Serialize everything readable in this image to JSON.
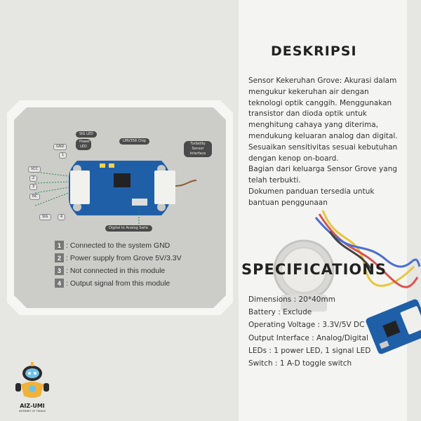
{
  "board": {
    "pins": [
      "GND",
      "1",
      "VCC",
      "2",
      "3",
      "NC",
      "SIG",
      "4"
    ],
    "callouts": {
      "sig_led": "SIG LED",
      "power_led": "Power LED",
      "chip": "LMV358 Chip",
      "sensor_interface": "Turbidity Sensor Interface",
      "switch": "Digital to Analog Swtic"
    },
    "legend": [
      {
        "num": "1",
        "text": ": Connected to the system GND"
      },
      {
        "num": "2",
        "text": ": Power supply from Grove 5V/3.3V"
      },
      {
        "num": "3",
        "text": ": Not connected in this module"
      },
      {
        "num": "4",
        "text": ": Output signal from this module"
      }
    ]
  },
  "deskripsi": {
    "title": "DESKRIPSI",
    "paragraphs": [
      "Sensor Kekeruhan Grove: Akurasi dalam mengukur kekeruhan air dengan teknologi optik canggih. Menggunakan transistor dan dioda optik untuk menghitung cahaya yang diterima, mendukung keluaran analog dan digital. Sesuaikan sensitivitas sesuai kebutuhan dengan kenop on-board.",
      "Bagian dari keluarga Sensor Grove yang telah terbukti.",
      "Dokumen panduan tersedia untuk bantuan penggunaan"
    ]
  },
  "specifications": {
    "title": "SPECIFICATIONS",
    "items": [
      "Dimensions : 20*40mm",
      "Battery : Exclude",
      "Operating Voltage : 3.3V/5V DC",
      "Output Interface : Analog/Digital",
      "LEDs : 1 power LED, 1 signal LED",
      "Switch : 1 A-D toggle switch"
    ]
  },
  "logo": {
    "name": "AIZ-UMI",
    "tagline": "INTERNET OF THINGS"
  },
  "colors": {
    "board_blue": "#1f5fa8",
    "grove_white": "#f1f1ee",
    "wire_red": "#d9534f",
    "wire_yellow": "#e8c53a",
    "wire_blue": "#4a6fd0",
    "wire_black": "#333333"
  }
}
